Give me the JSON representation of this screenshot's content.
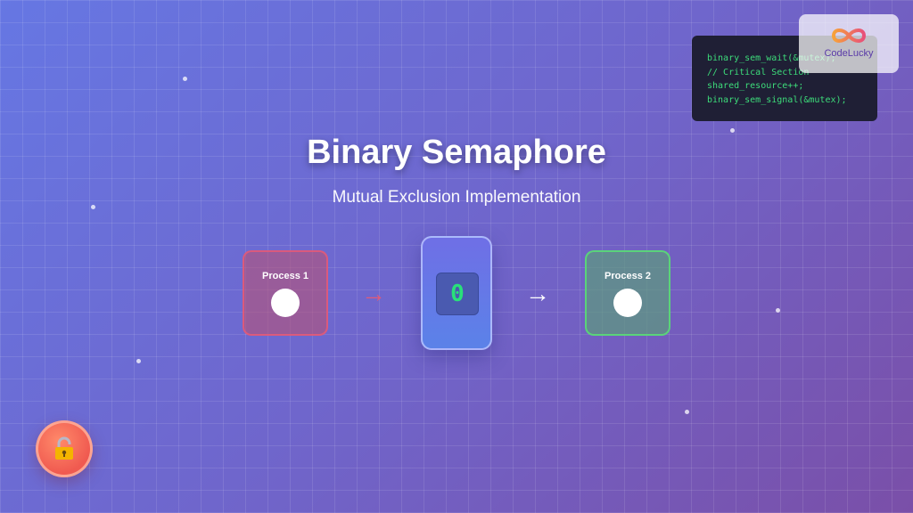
{
  "title": "Binary Semaphore",
  "subtitle": "Mutual Exclusion Implementation",
  "processes": [
    {
      "label": "Process 1"
    },
    {
      "label": "Process 2"
    }
  ],
  "semaphore": {
    "value": "0"
  },
  "code_lines": [
    "binary_sem_wait(&mutex);",
    "// Critical Section",
    "shared_resource++;",
    "binary_sem_signal(&mutex);"
  ],
  "logo": {
    "text": "CodeLucky"
  },
  "arrows": {
    "left": "→",
    "right": "→"
  },
  "colors": {
    "accent_green": "#3ddc7a",
    "process1_border": "#e05a78",
    "process2_border": "#5adc78",
    "lock_button": "#f05a50"
  },
  "icons": {
    "lock_button": "lock-icon",
    "logo": "infinity-logo-icon"
  }
}
